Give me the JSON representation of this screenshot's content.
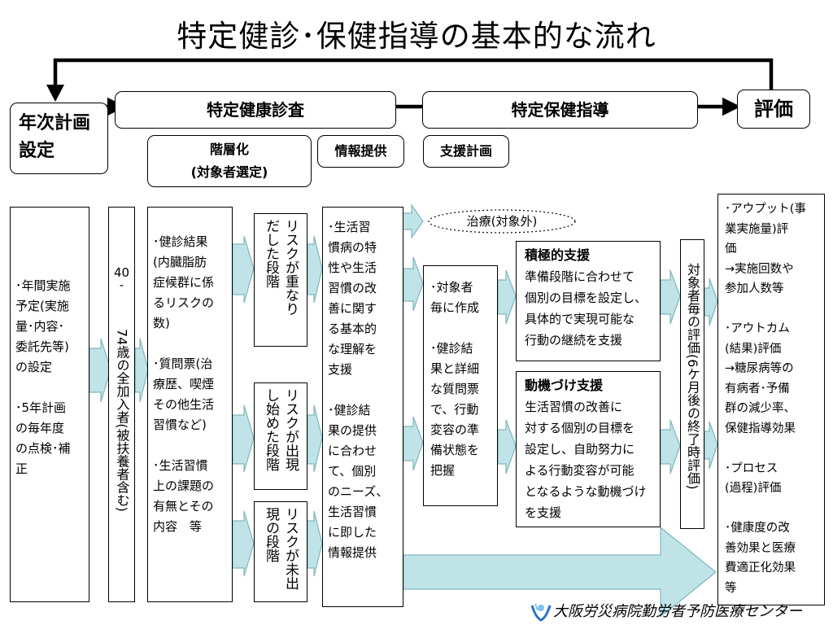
{
  "title": "特定健診･保健指導の基本的な流れ",
  "header": {
    "annual_plan": "年次計画\n設定",
    "checkup": "特定健康診査",
    "guidance": "特定保健指導",
    "evaluation": "評価",
    "stratification": "階層化\n(対象者選定)",
    "info_provision": "情報提供",
    "support_plan": "支援計画"
  },
  "flow": {
    "annual_plan_detail": "･年間実施\n予定(実施\n量･内容･\n委託先等)\nの設定\n\n･5年計画\nの毎年度\nの点検･補\n正",
    "target_population": "40\n-\n74歳の全加入者(被扶養者含む)",
    "checkup_items": "･健診結果\n(内臓脂肪\n症候群に係\nるリスクの\n数)\n\n･質問票(治\n療歴、喫煙\nその他生活\n習慣など)\n\n･生活習慣\n上の課題の\n有無とその\n内容　等",
    "risk_overlap": "リスクが重なり\nだした段階",
    "risk_emerging": "リスクが出現\nし始めた段階",
    "risk_none": "リスクが未出\n現の段階",
    "info_detail": "･生活習\n慣病の特\n性や生活\n習慣の改\n善に関す\nる基本的\nな理解を\n支援\n\n･健診結\n果の提供\nに合わせ\nて、個別\nのニーズ、\n生活習慣\nに即した\n情報提供",
    "treatment": "治療(対象外)",
    "plan_detail": "･対象者\n毎に作成\n\n･健診結\n果と詳細\nな質問票\nで、行動\n変容の準\n備状態を\n把握",
    "active_support_title": "積極的支援",
    "active_support_body": "準備段階に合わせて\n個別の目標を設定し、\n具体的で実現可能な\n行動の継続を支援",
    "motivation_support_title": "動機づけ支援",
    "motivation_support_body": "生活習慣の改善に\n対する個別の目標を\n設定し、自助努力に\nよる行動変容が可能\nとなるような動機づけ\nを支援",
    "individual_eval": "対象者毎の評価(6ケ月後の終了時評価)",
    "eval_detail": "･アウプット(事\n業実施量)評\n価\n→実施回数や\n参加人数等\n\n･アウトカム\n(結果)評価\n→糖尿病等の\n有病者･予備\n群の減少率、\n保健指導効果\n\n･プロセス\n(過程)評価\n\n･健康度の改\n善効果と医療\n費適正化効果\n等"
  },
  "footer": {
    "organization": "大阪労災病院勤労者予防医療センター"
  },
  "colors": {
    "arrow_fill": "#bfe3e6",
    "arrow_stroke": "#7fb6bd",
    "logo_blue": "#2a72c4",
    "logo_light": "#7ec3ea"
  }
}
